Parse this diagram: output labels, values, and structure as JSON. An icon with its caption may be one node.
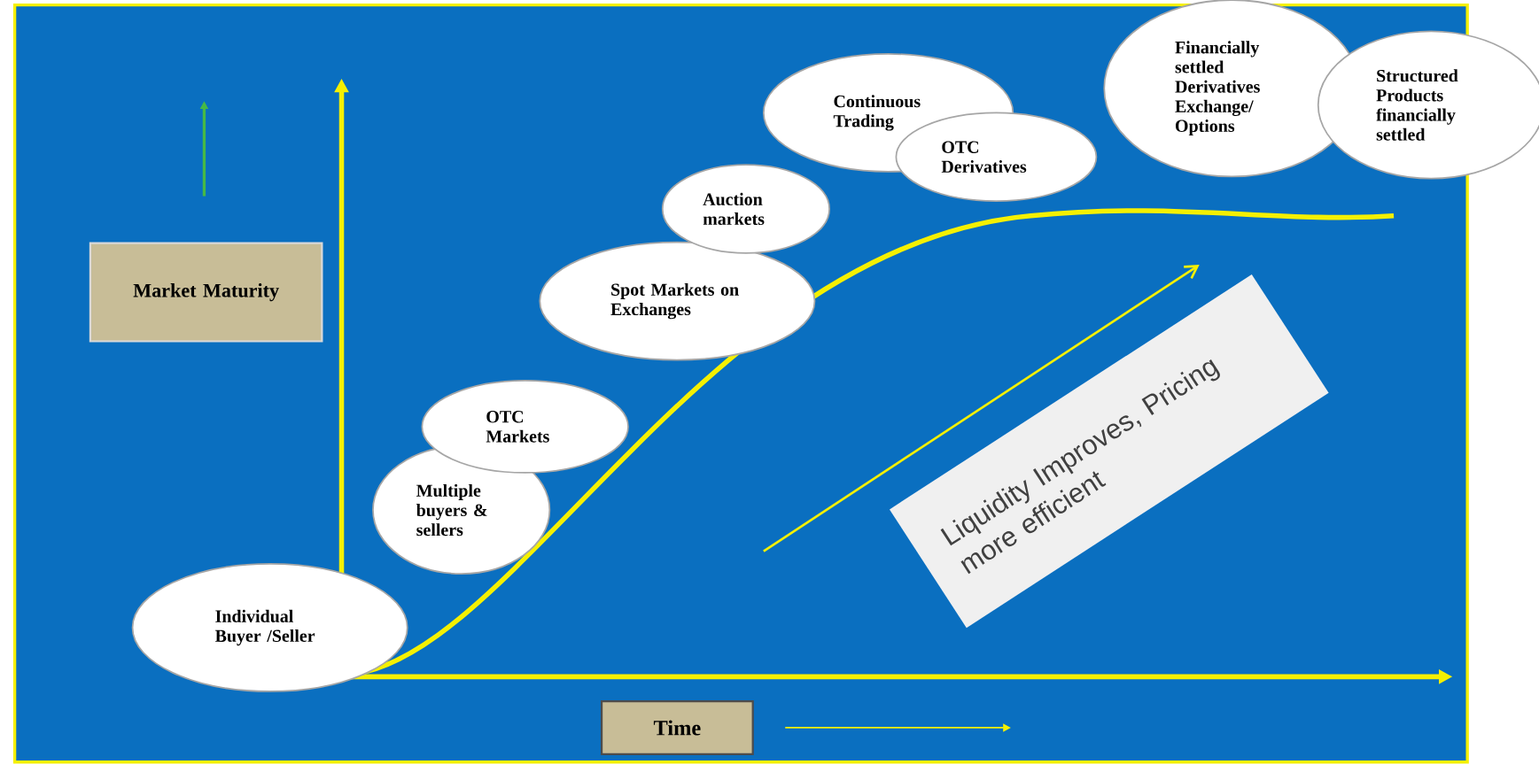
{
  "diagram": {
    "nodes": [
      {
        "text": [
          "Individual Buyer /Seller"
        ]
      },
      {
        "text": [
          "Multiple buyers & sellers"
        ]
      },
      {
        "text": [
          "OTC Markets"
        ]
      },
      {
        "text": [
          "Spot Markets on Exchanges"
        ]
      },
      {
        "text": [
          "Auction markets"
        ]
      },
      {
        "text": [
          "Continuous Trading"
        ]
      },
      {
        "text": [
          "OTC Derivatives"
        ]
      },
      {
        "text": [
          "Financially settled Derivatives Exchange/ Options"
        ]
      },
      {
        "text": [
          "Structured Products financially settled"
        ]
      },
      {
        "text": [
          "Market Maturity"
        ]
      },
      {
        "text": [
          "Time"
        ]
      },
      {
        "text": [
          "Liquidity Improves, Pricing more efficient"
        ]
      }
    ]
  }
}
